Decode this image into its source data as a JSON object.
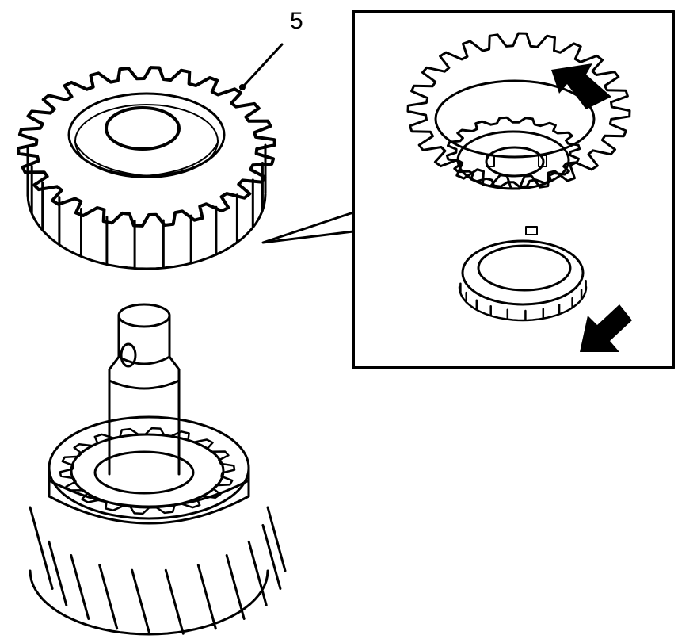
{
  "diagram": {
    "callout": {
      "number": "5"
    },
    "colors": {
      "ink": "#000000",
      "paper": "#ffffff"
    },
    "parts": [
      {
        "id": "gear",
        "icon": "spur-gear-icon"
      },
      {
        "id": "shaft",
        "icon": "shaft-icon"
      },
      {
        "id": "helical-gear",
        "icon": "helical-gear-icon"
      },
      {
        "id": "synchro-ring",
        "icon": "synchronizer-ring-icon"
      }
    ],
    "inset": {
      "arrows": 2
    }
  }
}
